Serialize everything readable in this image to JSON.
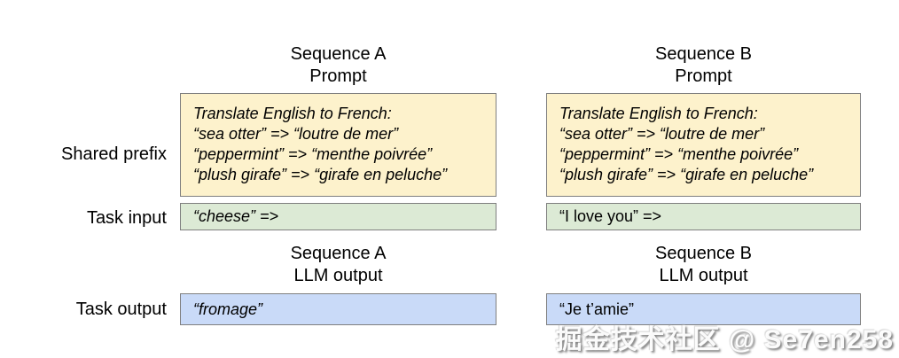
{
  "colors": {
    "prompt_fill": "#fdf2cc",
    "input_fill": "#dcead5",
    "output_fill": "#c9daf8",
    "box_border": "#7f7f7f"
  },
  "labels": {
    "shared_prefix": "Shared prefix",
    "task_input": "Task input",
    "task_output": "Task output"
  },
  "sequence_a": {
    "prompt_title": [
      "Sequence A",
      "Prompt"
    ],
    "prompt_lines": [
      "Translate English to French:",
      "“sea otter” => “loutre de mer”",
      "“peppermint” => “menthe poivrée”",
      "“plush girafe” => “girafe en peluche”"
    ],
    "task_input": "“cheese” =>",
    "output_title": [
      "Sequence A",
      "LLM output"
    ],
    "task_output": "“fromage”"
  },
  "sequence_b": {
    "prompt_title": [
      "Sequence B",
      "Prompt"
    ],
    "prompt_lines": [
      "Translate English to French:",
      "“sea otter” => “loutre de mer”",
      "“peppermint” => “menthe poivrée”",
      "“plush girafe” => “girafe en peluche”"
    ],
    "task_input": "“I love you” =>",
    "output_title": [
      "Sequence B",
      "LLM output"
    ],
    "task_output": "“Je t’amie”"
  },
  "watermark": "掘金技术社区 @ Se7en258"
}
